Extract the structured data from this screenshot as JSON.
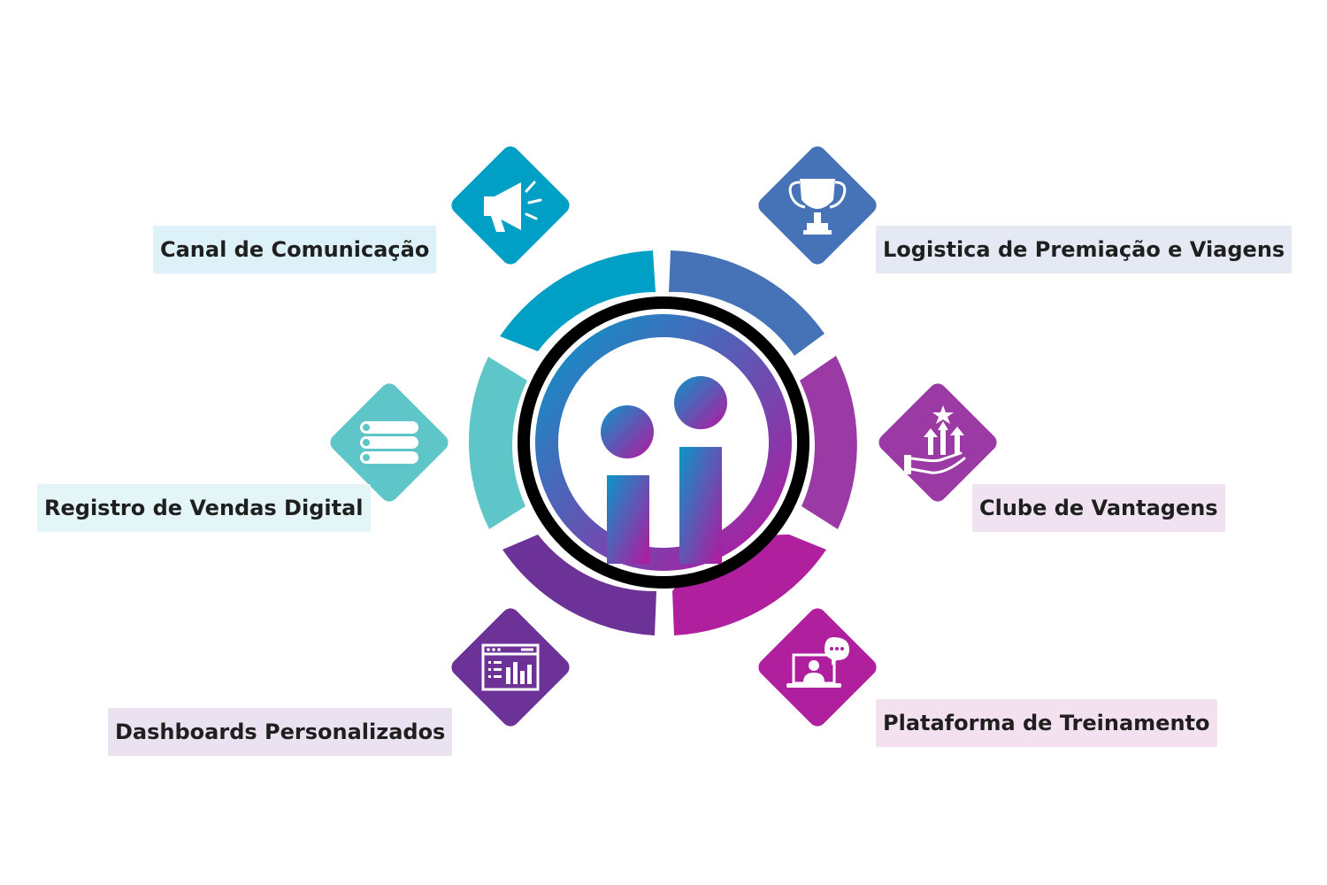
{
  "center_logo": {
    "colors": {
      "start": "#0b95c8",
      "end": "#b5179e"
    }
  },
  "services": [
    {
      "id": "canal-de-comunicacao",
      "label": "Canal de Comunicação",
      "icon": "megaphone-icon",
      "color": "#00a0c6",
      "label_bg": "#dcf1f8"
    },
    {
      "id": "logistica-de-premiacao-e-viagens",
      "label": "Logistica de Premiação e Viagens",
      "icon": "trophy-icon",
      "color": "#4672b8",
      "label_bg": "#e4e9f3"
    },
    {
      "id": "registro-de-vendas-digital",
      "label": "Registro de Vendas Digital",
      "icon": "list-icon",
      "color": "#5ec6c8",
      "label_bg": "#e3f5f6"
    },
    {
      "id": "clube-de-vantagens",
      "label": "Clube de Vantagens",
      "icon": "growth-hand-icon",
      "color": "#9b3aa4",
      "label_bg": "#f0e2f1"
    },
    {
      "id": "dashboards-personalizados",
      "label": "Dashboards Personalizados",
      "icon": "dashboard-icon",
      "color": "#6d3297",
      "label_bg": "#ebe2f1"
    },
    {
      "id": "plataforma-de-treinamento",
      "label": "Plataforma de Treinamento",
      "icon": "online-training-icon",
      "color": "#b0209e",
      "label_bg": "#f4e1f0"
    }
  ]
}
